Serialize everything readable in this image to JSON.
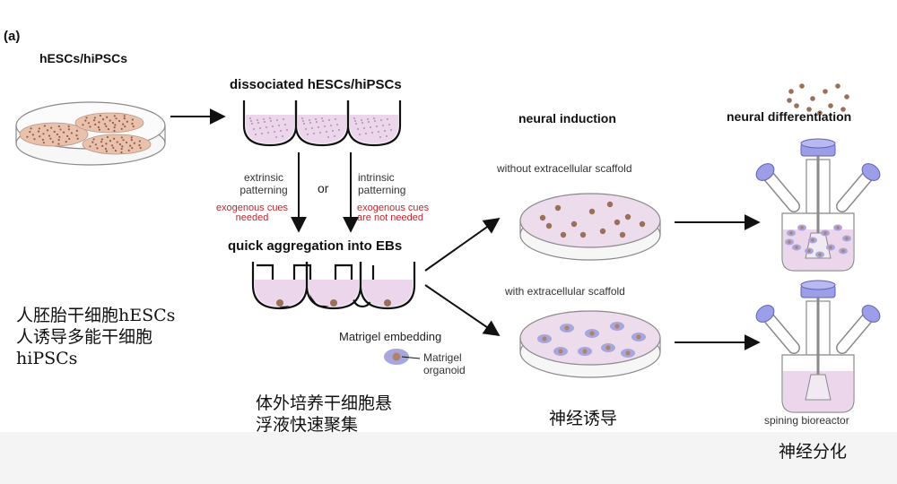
{
  "panel_label": "(a)",
  "labels": {
    "hescs_hipscs": "hESCs/hiPSCs",
    "dissociated": "dissociated hESCs/hiPSCs",
    "extrinsic_1": "extrinsic",
    "extrinsic_2": "patterning",
    "or": "or",
    "intrinsic_1": "intrinsic",
    "intrinsic_2": "patterning",
    "exo_needed_1": "exogenous cues",
    "exo_needed_2": "needed",
    "exo_not_needed_1": "exogenous cues",
    "exo_not_needed_2": "are not needed",
    "quick_aggregation": "quick aggregation into EBs",
    "matrigel_embedding": "Matrigel embedding",
    "matrigel": "Matrigel",
    "organoid": "organoid",
    "neural_induction": "neural induction",
    "without_scaffold": "without extracellular scaffold",
    "with_scaffold": "with extracellular scaffold",
    "neural_differentiation": "neural differentiation",
    "spining_bioreactor": "spining bioreactor"
  },
  "chinese": {
    "stem_line1": "人胚胎干细胞hESCs",
    "stem_line2": "人诱导多能干细胞",
    "stem_line3": "hiPSCs",
    "culture_line1": "体外培养干细胞悬",
    "culture_line2": "浮液快速聚集",
    "neural_induction": "神经诱导",
    "neural_differentiation": "神经分化"
  },
  "colors": {
    "medium": "#ecd6ec",
    "cell": "#9a6f5c",
    "colony": "#e8c2ad",
    "matrigel": "#a7a7de",
    "cap": "#9d9ee8",
    "band": "#f4f4f4"
  }
}
